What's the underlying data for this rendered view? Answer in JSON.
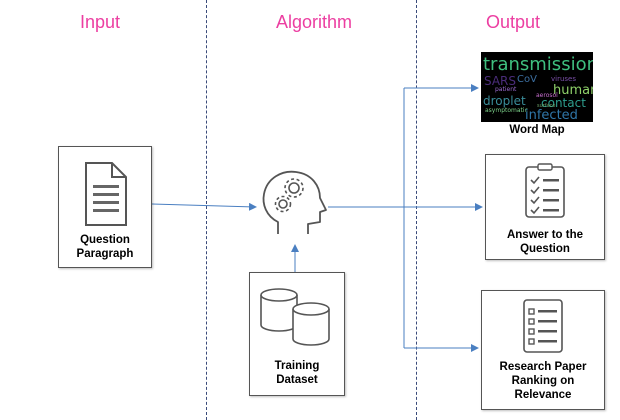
{
  "columns": {
    "input": "Input",
    "algorithm": "Algorithm",
    "output": "Output"
  },
  "nodes": {
    "question_paragraph": "Question\nParagraph",
    "training_dataset": "Training\nDataset",
    "word_map": "Word Map",
    "answer": "Answer to the\nQuestion",
    "ranking": "Research Paper\nRanking on\nRelevance"
  },
  "word_cloud": {
    "words": [
      "transmission",
      "SARS",
      "CoV",
      "human",
      "contact",
      "droplet",
      "infected",
      "viruses",
      "patient",
      "asymptomatic",
      "aerosol",
      "surface"
    ]
  },
  "colors": {
    "heading": "#ec3ea1",
    "arrow": "#4a7fc1",
    "icon": "#555555"
  },
  "icons": [
    "document-icon",
    "brain-gears-head-icon",
    "database-icon",
    "checklist-icon",
    "ranked-list-icon"
  ]
}
